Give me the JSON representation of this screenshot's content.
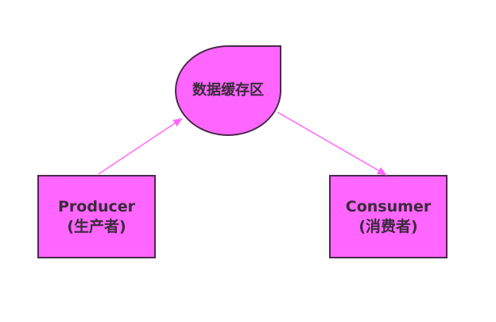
{
  "colors": {
    "fill": "#ff66ff",
    "stroke": "#4a2a4a",
    "arrow": "#ff66ff",
    "text": "#3a2a3a"
  },
  "nodes": {
    "buffer": {
      "label": "数据缓存区"
    },
    "producer": {
      "label_line1": "Producer",
      "label_line2": "(生产者)"
    },
    "consumer": {
      "label_line1": "Consumer",
      "label_line2": "(消费者)"
    }
  },
  "edges": [
    {
      "from": "producer",
      "to": "buffer"
    },
    {
      "from": "buffer",
      "to": "consumer"
    }
  ]
}
